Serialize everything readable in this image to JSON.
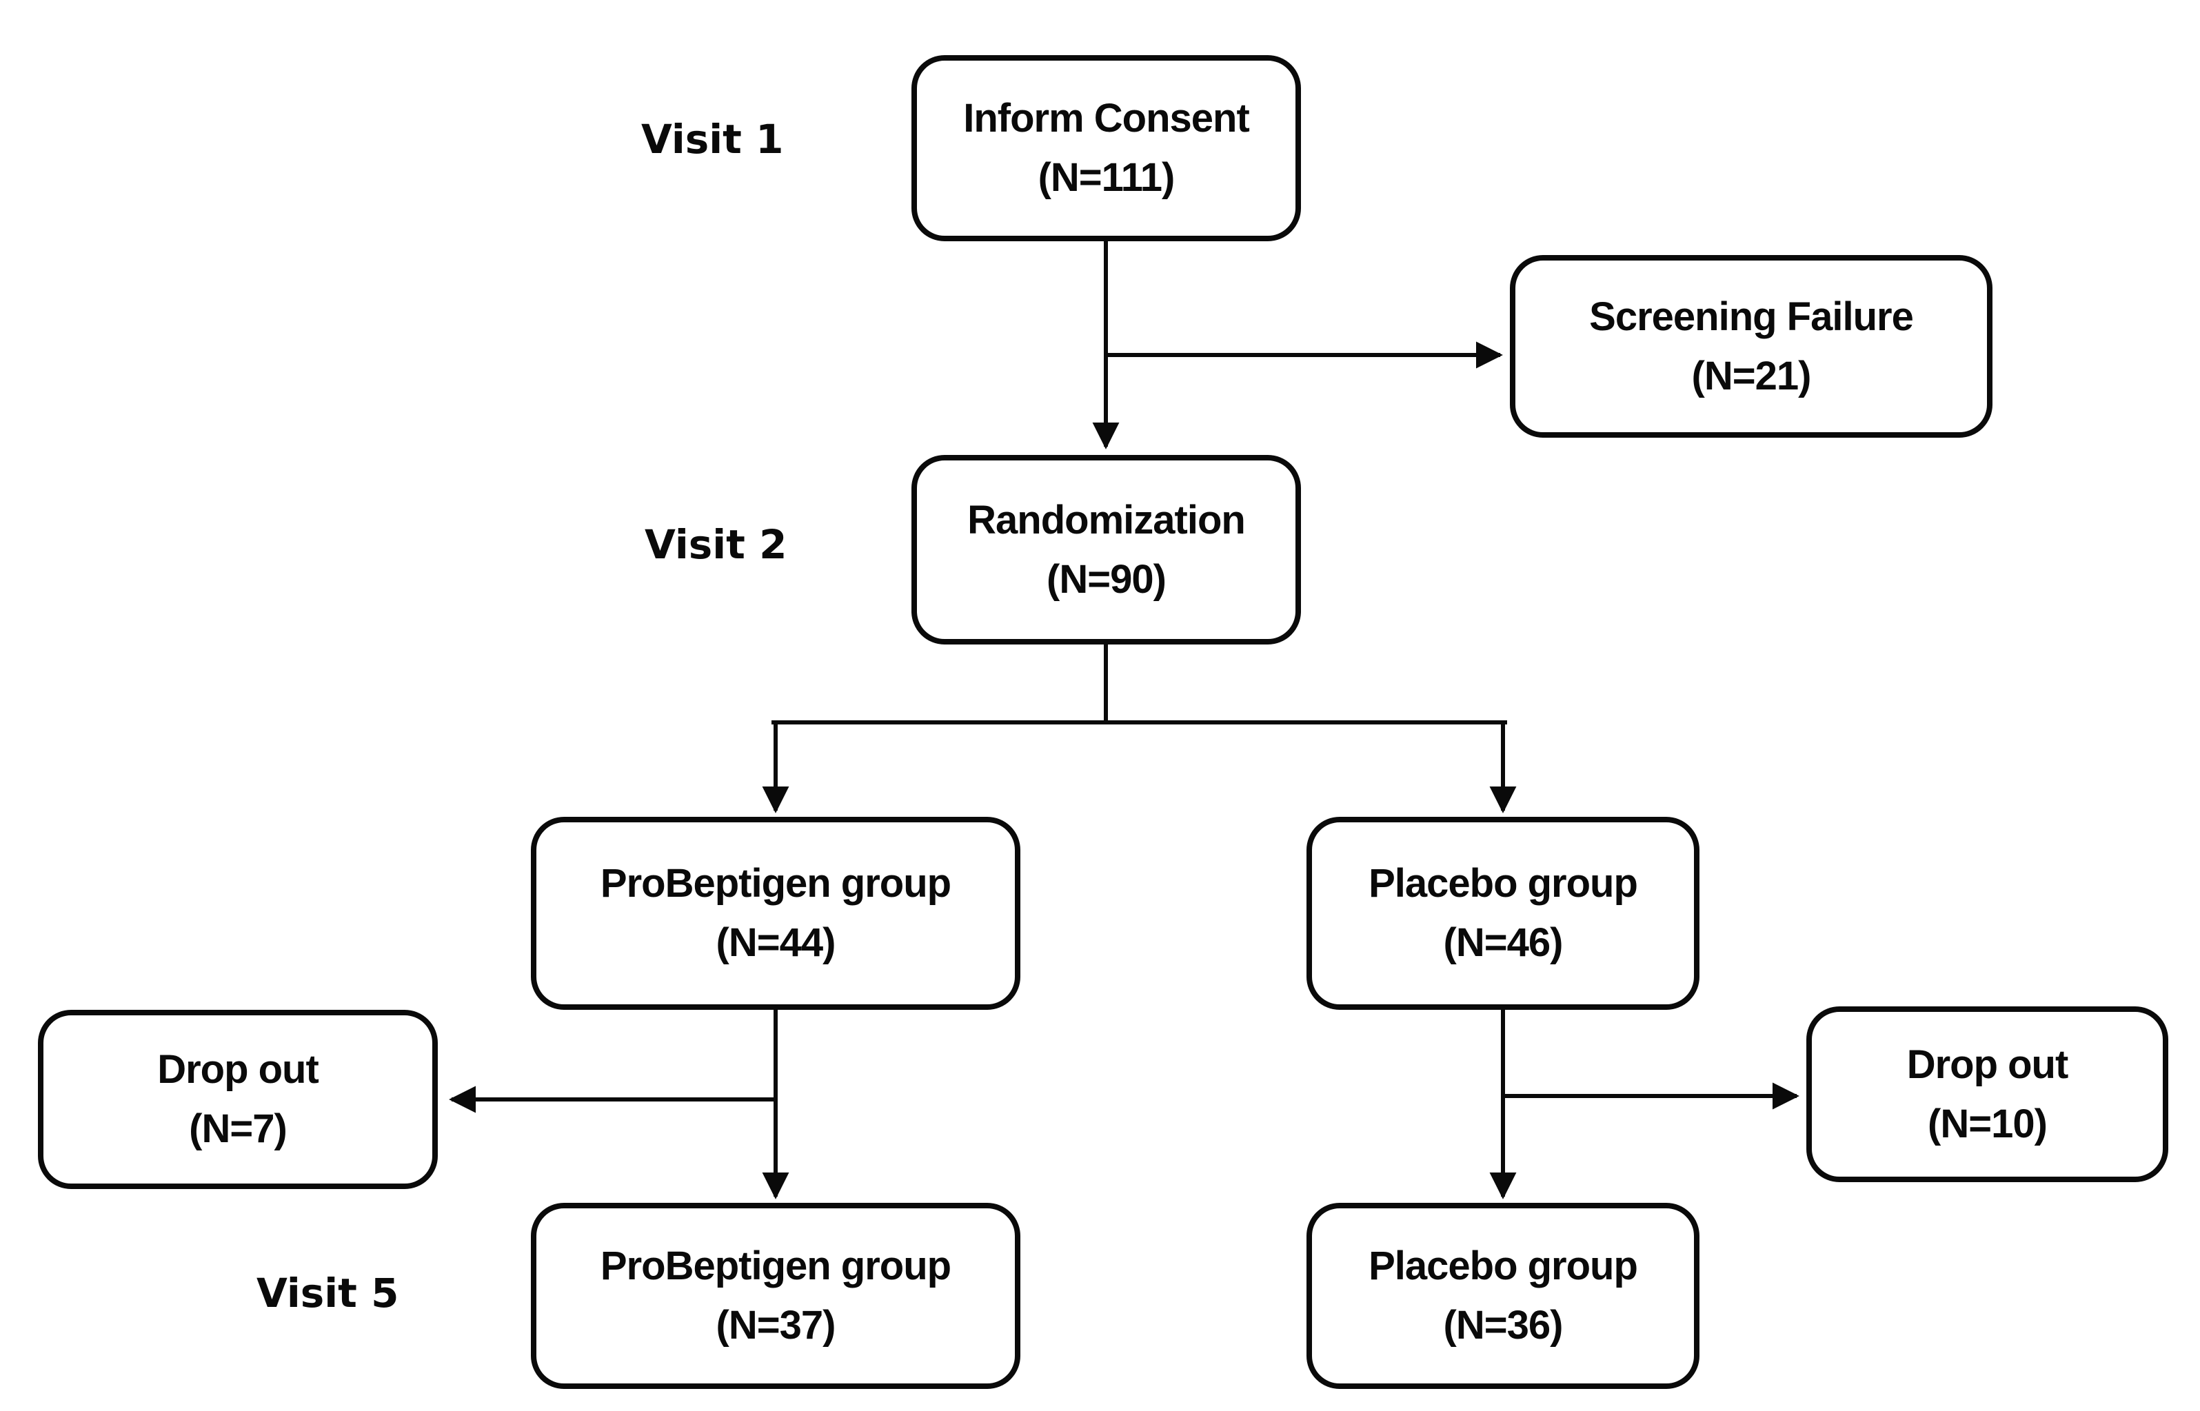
{
  "figure": {
    "type": "clinical-trial-flowchart",
    "background_color": "#ffffff",
    "line_color": "#0a0a0a",
    "box_fill": "#ffffff",
    "text_color": "#0a0a0a"
  },
  "visits": {
    "visit1": "Visit 1",
    "visit2": "Visit 2",
    "visit5": "Visit 5"
  },
  "nodes": {
    "inform_consent": {
      "label": "Inform Consent",
      "n": "(N=111)"
    },
    "screening_failure": {
      "label": "Screening Failure",
      "n": "(N=21)"
    },
    "randomization": {
      "label": "Randomization",
      "n": "(N=90)"
    },
    "probeptigen_enrolled": {
      "label": "ProBeptigen group",
      "n": "(N=44)"
    },
    "placebo_enrolled": {
      "label": "Placebo group",
      "n": "(N=46)"
    },
    "dropout_probeptigen": {
      "label": "Drop out",
      "n": "(N=7)"
    },
    "dropout_placebo": {
      "label": "Drop out",
      "n": "(N=10)"
    },
    "probeptigen_completed": {
      "label": "ProBeptigen group",
      "n": "(N=37)"
    },
    "placebo_completed": {
      "label": "Placebo group",
      "n": "(N=36)"
    }
  },
  "edges": [
    {
      "from": "inform_consent",
      "to": "randomization"
    },
    {
      "from": "inform_consent",
      "to": "screening_failure"
    },
    {
      "from": "randomization",
      "to": "probeptigen_enrolled"
    },
    {
      "from": "randomization",
      "to": "placebo_enrolled"
    },
    {
      "from": "probeptigen_enrolled",
      "to": "dropout_probeptigen"
    },
    {
      "from": "probeptigen_enrolled",
      "to": "probeptigen_completed"
    },
    {
      "from": "placebo_enrolled",
      "to": "dropout_placebo"
    },
    {
      "from": "placebo_enrolled",
      "to": "placebo_completed"
    }
  ]
}
